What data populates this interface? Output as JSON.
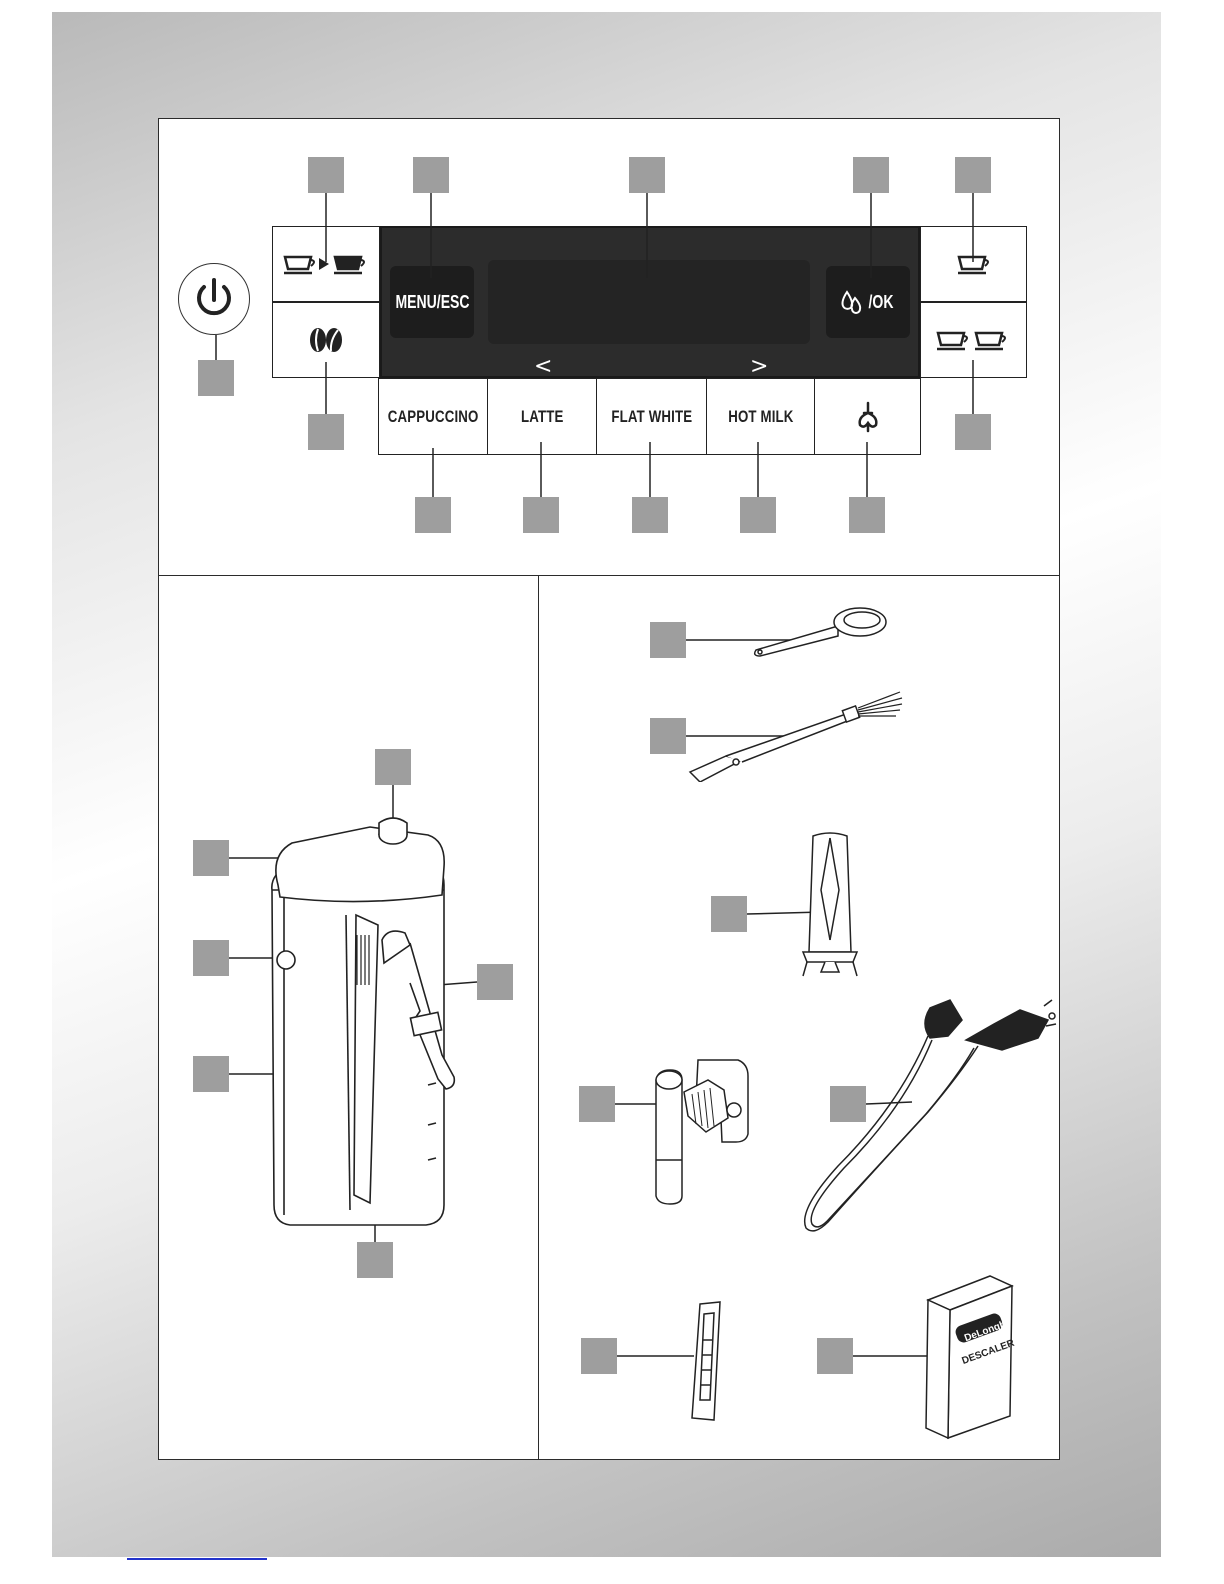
{
  "control_panel": {
    "buttons": {
      "menu": "MENU/ESC",
      "ok": "/OK",
      "cappuccino": "CAPPUCCINO",
      "latte": "LATTE",
      "flat_white": "FLAT WHITE",
      "hot_milk": "HOT MILK"
    },
    "arrows": {
      "left": "<",
      "right": ">"
    },
    "icons": [
      "power-icon",
      "cup-to-cup-icon",
      "coffee-beans-icon",
      "water-drops-icon",
      "single-cup-icon",
      "double-cup-icon",
      "steam-icon"
    ]
  },
  "accessories": {
    "descaler_brand": "DeLonghi",
    "descaler_label": "DESCALER"
  },
  "colors": {
    "callout": "#9e9e9e",
    "display": "#2c2c2c",
    "outline": "#2b2b2b"
  }
}
